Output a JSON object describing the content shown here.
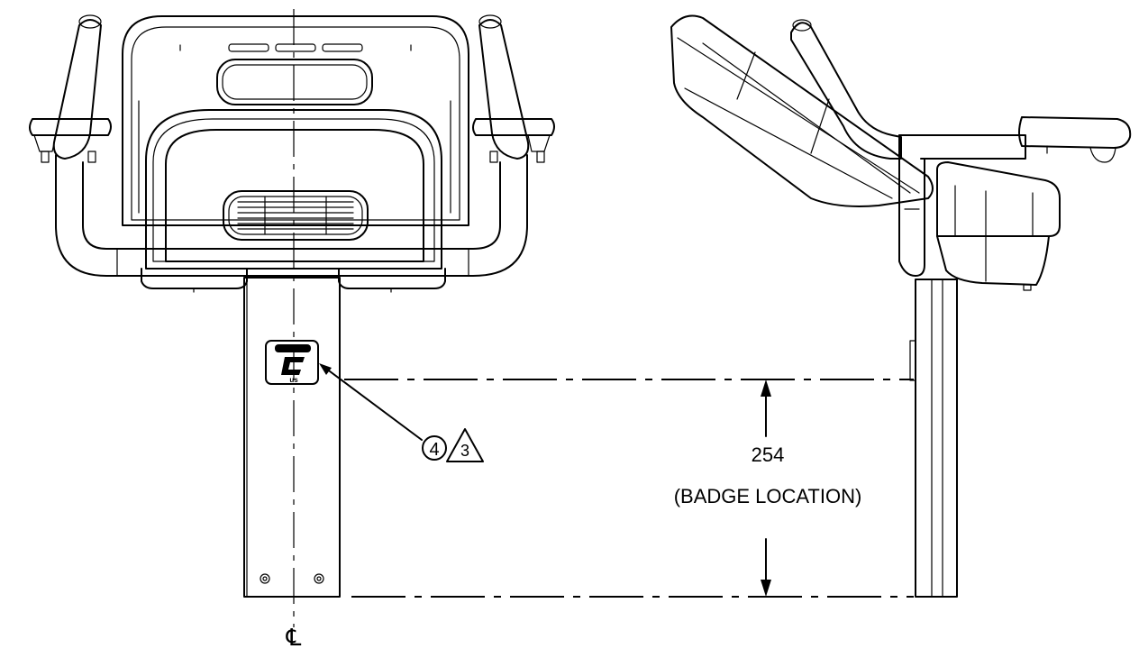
{
  "dimension": {
    "value": "254",
    "label": "(BADGE LOCATION)"
  },
  "callout": {
    "item_number": "4",
    "note_number": "3"
  },
  "centerline": {
    "symbol": "℄"
  },
  "badge": {
    "text": "us"
  }
}
